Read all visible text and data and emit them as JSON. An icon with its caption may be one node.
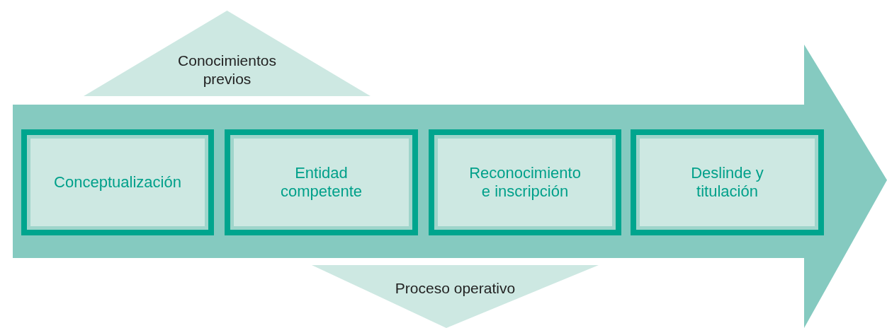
{
  "diagram": {
    "nodes": [
      {
        "text": [
          "Conocimientos previos"
        ]
      },
      {
        "text": [],
        "shape": "arrow"
      },
      {
        "text": [
          "Conceptualización"
        ],
        "in": 1
      },
      {
        "text": [
          "Entidad competente"
        ],
        "in": 1
      },
      {
        "text": [
          "Reconocimiento e inscripción"
        ],
        "in": 1
      },
      {
        "text": [
          "Deslinde y titulación"
        ],
        "in": 1
      },
      {
        "text": [
          "Proceso operativo"
        ]
      }
    ]
  }
}
